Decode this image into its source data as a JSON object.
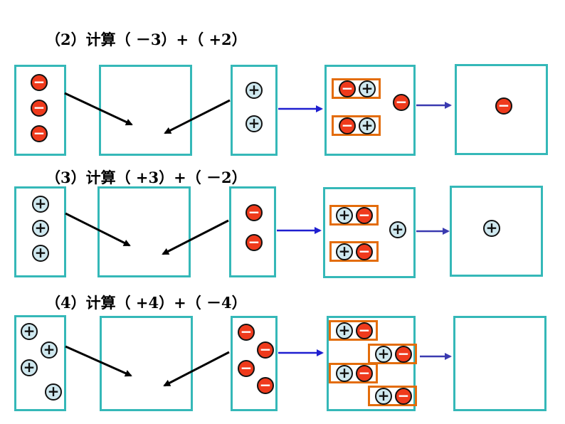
{
  "problems": [
    {
      "title": "（2）计算（ －3）+（ +2）"
    },
    {
      "title": "（3）计算（ +3）+（ －2）"
    },
    {
      "title": "（4）计算（ +4）+（ －4）"
    }
  ],
  "symbols": {
    "positive": "+",
    "negative": "−"
  },
  "colors": {
    "box_border": "#35b8b8",
    "pair_border": "#e36c0a",
    "negative_token": "#ef3a1c",
    "positive_token": "#cfe8ef",
    "blue_arrow": "#1f1fd0"
  }
}
